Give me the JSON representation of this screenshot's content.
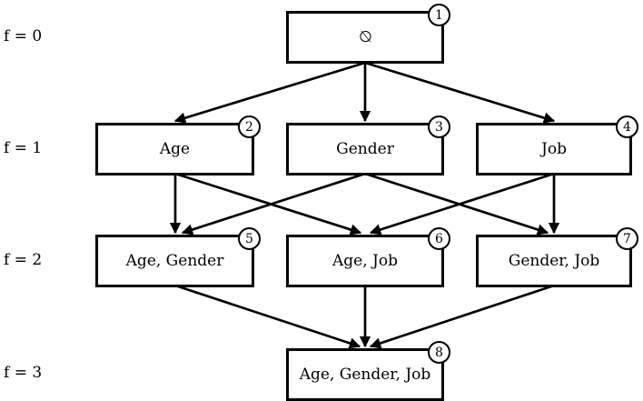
{
  "diagram": {
    "type": "lattice",
    "ink_color": "#000000",
    "background_color": "#ffffff",
    "levels": [
      {
        "label": "f = 0"
      },
      {
        "label": "f = 1"
      },
      {
        "label": "f = 2"
      },
      {
        "label": "f = 3"
      }
    ],
    "nodes": [
      {
        "badge": "1",
        "label": "∅",
        "level": 0
      },
      {
        "badge": "2",
        "label": "Age",
        "level": 1
      },
      {
        "badge": "3",
        "label": "Gender",
        "level": 1
      },
      {
        "badge": "4",
        "label": "Job",
        "level": 1
      },
      {
        "badge": "5",
        "label": "Age, Gender",
        "level": 2
      },
      {
        "badge": "6",
        "label": "Age, Job",
        "level": 2
      },
      {
        "badge": "7",
        "label": "Gender, Job",
        "level": 2
      },
      {
        "badge": "8",
        "label": "Age, Gender, Job",
        "level": 3
      }
    ],
    "edges": [
      [
        "1",
        "2"
      ],
      [
        "1",
        "3"
      ],
      [
        "1",
        "4"
      ],
      [
        "2",
        "5"
      ],
      [
        "2",
        "6"
      ],
      [
        "3",
        "5"
      ],
      [
        "3",
        "7"
      ],
      [
        "4",
        "6"
      ],
      [
        "4",
        "7"
      ],
      [
        "5",
        "8"
      ],
      [
        "6",
        "8"
      ],
      [
        "7",
        "8"
      ]
    ]
  }
}
